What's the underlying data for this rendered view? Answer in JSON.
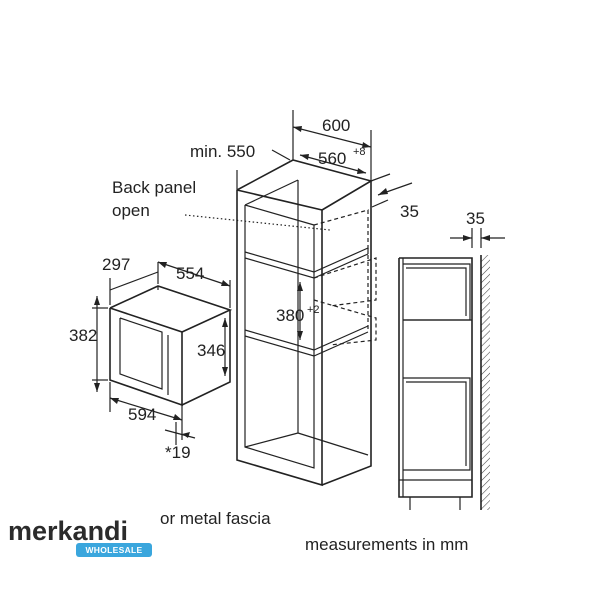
{
  "dimensions": {
    "niche_width": "600",
    "niche_min_depth": "min. 550",
    "niche_inner_width": "560",
    "niche_inner_width_tol": "+8",
    "side_gap": "35",
    "back_panel_line1": "Back panel",
    "back_panel_line2": "open",
    "appliance_depth": "297",
    "appliance_inner_width": "554",
    "appliance_height": "382",
    "appliance_inner_height": "346",
    "appliance_width": "594",
    "fascia_offset": "*19",
    "niche_opening_height": "380",
    "niche_opening_height_tol": "+2",
    "wall_gap": "35"
  },
  "notes": {
    "fascia": "or metal fascia",
    "units": "measurements in mm"
  },
  "watermark": {
    "name": "merkandi",
    "tagline": "WHOLESALE",
    "accent_color": "#3aa6dd"
  }
}
